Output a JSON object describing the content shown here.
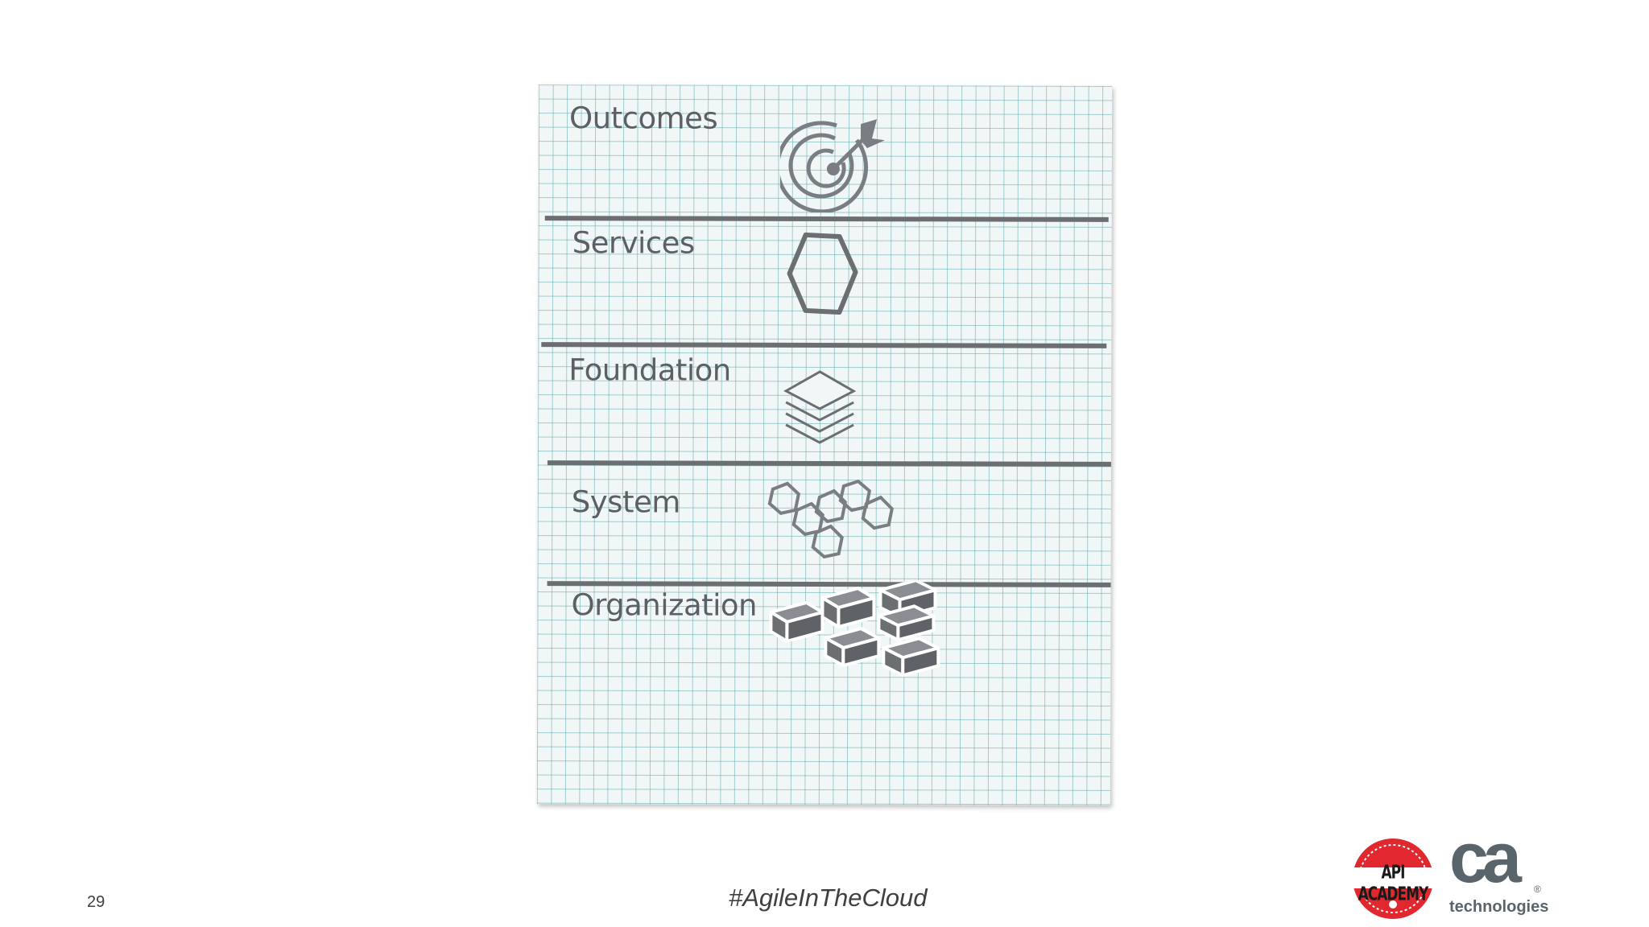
{
  "layers": [
    {
      "label": "Outcomes",
      "icon": "target-icon"
    },
    {
      "label": "Services",
      "icon": "hexagon-icon"
    },
    {
      "label": "Foundation",
      "icon": "layers-icon"
    },
    {
      "label": "System",
      "icon": "honeycomb-icon"
    },
    {
      "label": "Organization",
      "icon": "blocks-icon"
    }
  ],
  "footer": {
    "page_number": "29",
    "hashtag": "#AgileInTheCloud",
    "api_academy_logo_text": "API ACADEMY",
    "ca_logo_mark": "ca",
    "ca_logo_text": "technologies"
  },
  "colors": {
    "paper": "#f1f6f7",
    "grid": "#5faaaa",
    "ink": "#5c6064",
    "api_academy_red": "#e0282e"
  }
}
